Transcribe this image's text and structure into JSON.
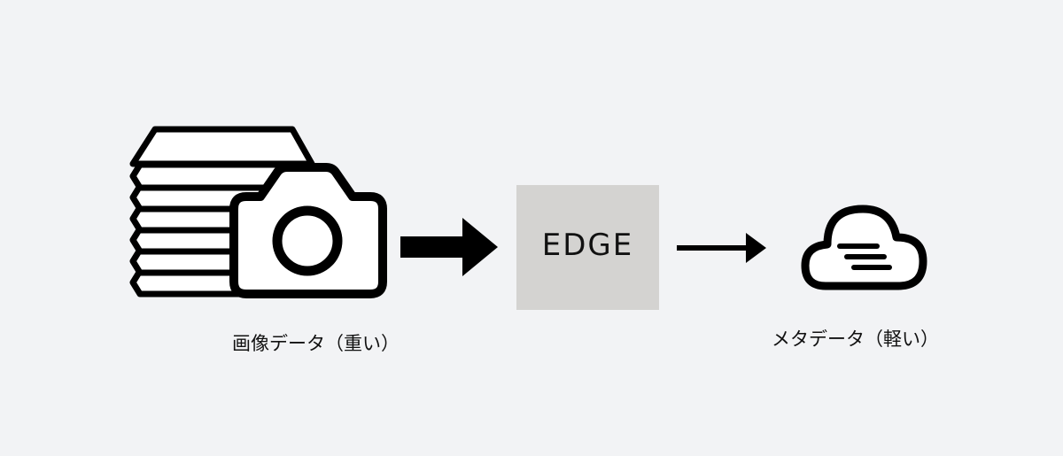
{
  "diagram": {
    "source": {
      "icon": "stacked-photos-camera-icon",
      "caption": "画像データ（重い）"
    },
    "processor": {
      "label": "EDGE",
      "fill": "#d4d3d1"
    },
    "output": {
      "icon": "cloud-icon",
      "caption": "メタデータ（軽い）"
    },
    "colors": {
      "background": "#f2f3f5",
      "stroke": "#000000"
    }
  }
}
